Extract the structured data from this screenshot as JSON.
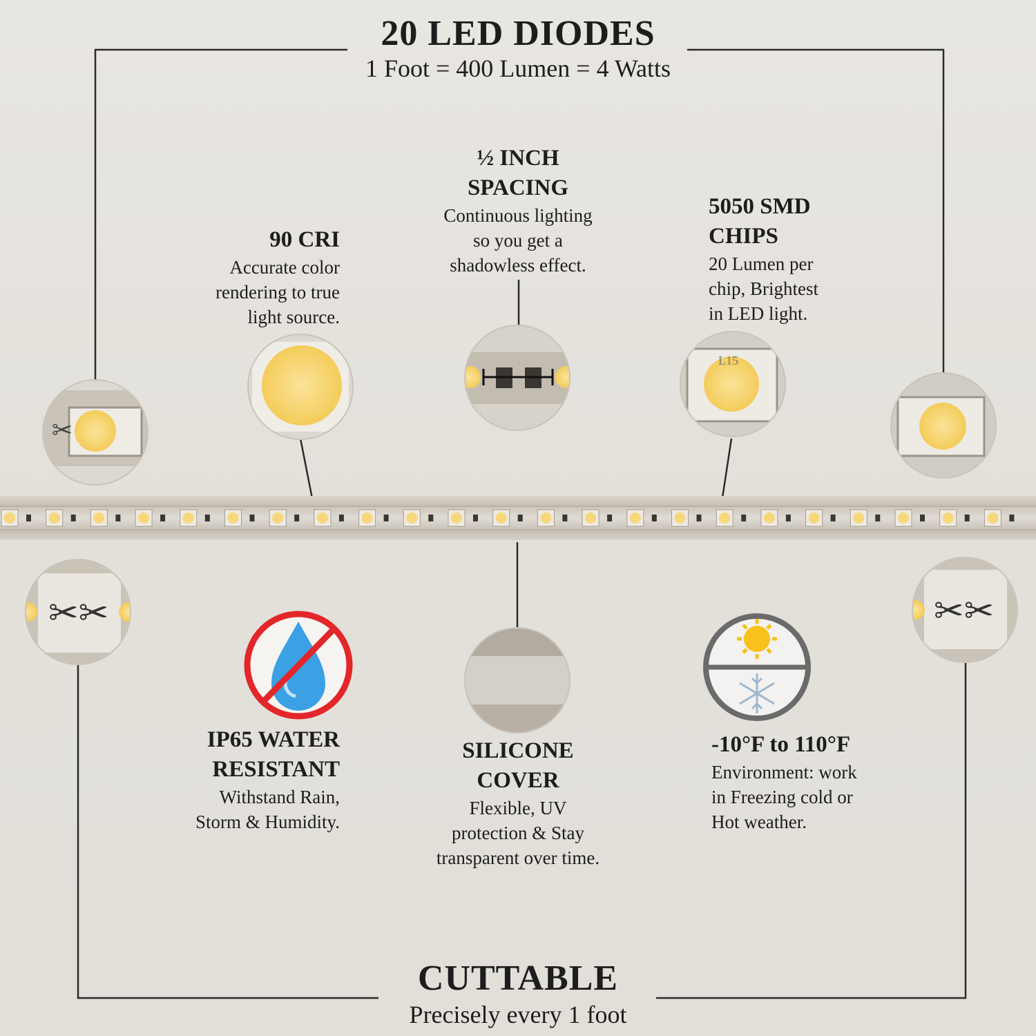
{
  "header": {
    "title": "20 LED DIODES",
    "subtitle": "1 Foot = 400 Lumen = 4 Watts"
  },
  "features": {
    "cri": {
      "title": "90 CRI",
      "text": "Accurate color\nrendering to true\nlight source."
    },
    "spacing": {
      "title": "½ INCH\nSPACING",
      "text": "Continuous lighting\nso you get a\nshadowless effect."
    },
    "smd": {
      "title": "5050 SMD\nCHIPS",
      "text": "20 Lumen per\nchip, Brightest\nin LED light."
    },
    "water": {
      "title": "IP65 WATER\nRESISTANT",
      "text": "Withstand Rain,\nStorm & Humidity."
    },
    "silicone": {
      "title": "SILICONE\nCOVER",
      "text": "Flexible, UV\nprotection & Stay\ntransparent over time."
    },
    "temp": {
      "title": "-10°F to 110°F",
      "text": "Environment: work\nin Freezing cold or\nHot weather."
    }
  },
  "footer": {
    "title": "CUTTABLE",
    "subtitle": "Precisely every 1 foot"
  },
  "icons": [
    "led-chip-icon",
    "spacing-icon",
    "no-water-icon",
    "sun-icon",
    "snowflake-icon",
    "scissors-icon"
  ],
  "colors": {
    "led": "#f7d77a",
    "no_symbol": "#e3262a",
    "water": "#3ba0e4",
    "sun": "#f7c21a",
    "snow": "#9fb7cf"
  }
}
